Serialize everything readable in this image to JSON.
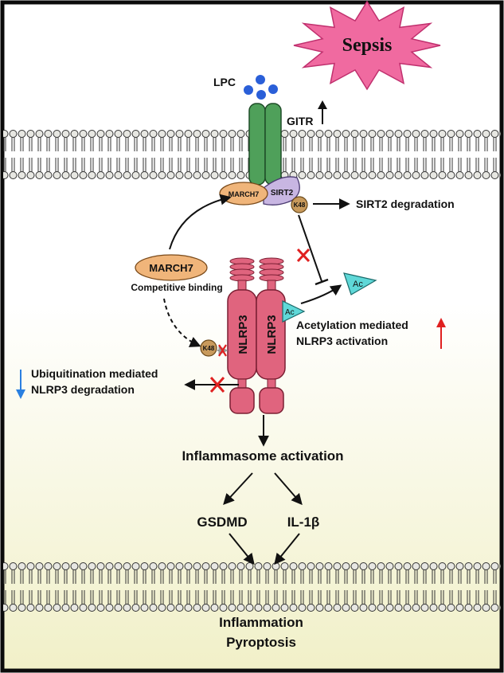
{
  "labels": {
    "sepsis": "Sepsis",
    "lpc": "LPC",
    "gitr": "GITR",
    "march7_complex": "MARCH7",
    "sirt2": "SIRT2",
    "k48_top": "K48",
    "sirt2_degradation": "SIRT2 degradation",
    "march7_free": "MARCH7",
    "competitive_binding": "Competitive binding",
    "nlrp3_left": "NLRP3",
    "nlrp3_right": "NLRP3",
    "ac_bound": "Ac",
    "ac_free": "Ac",
    "acetylation_line1": "Acetylation mediated",
    "acetylation_line2": "NLRP3 activation",
    "k48_lower": "K48",
    "ubiquitination_line1": "Ubiquitination mediated",
    "ubiquitination_line2": "NLRP3 degradation",
    "inflammasome": "Inflammasome activation",
    "gsdmd": "GSDMD",
    "il1b": "IL-1β",
    "inflammation": "Inflammation",
    "pyroptosis": "Pyroptosis"
  },
  "colors": {
    "border": "#0b0b0b",
    "gradient_bottom": "#f1f0c8",
    "membrane_head": "#e7e7e2",
    "gitr_green": "#4fa05a",
    "lpc_blue": "#2a5fd8",
    "march7_fill": "#f0b57a",
    "sirt2_fill": "#c8b6e2",
    "k48_fill": "#c89a5c",
    "nlrp3_pink": "#e0647e",
    "ac_cyan": "#5fd8d8",
    "sepsis_fill": "#f06aa0",
    "up_arrow_red": "#e02020",
    "down_arrow_blue": "#2a7fe0",
    "cross_red": "#e02020"
  }
}
